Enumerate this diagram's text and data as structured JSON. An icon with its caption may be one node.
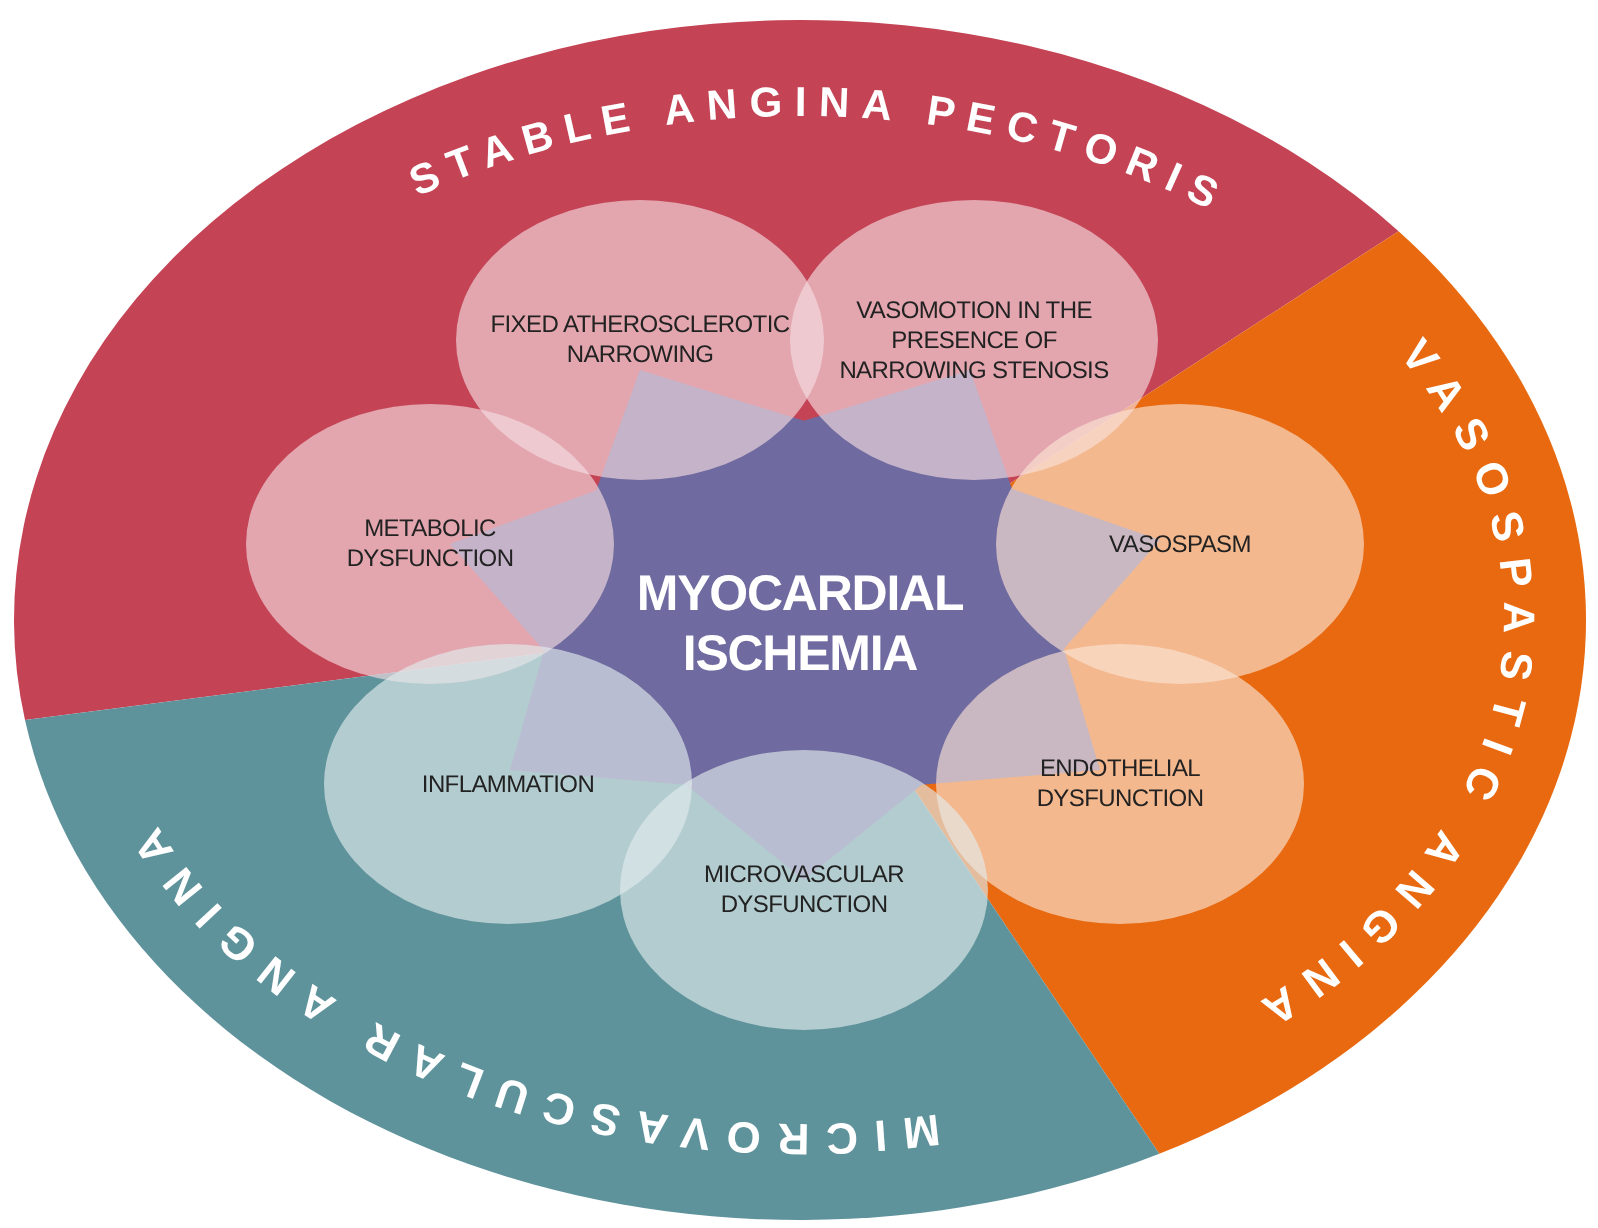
{
  "diagram": {
    "nodes": [
      {
        "text": [
          "STABLE ANGINA PECTORIS"
        ]
      },
      {
        "text": [
          "VASOSPASTIC ANGINA"
        ]
      },
      {
        "text": [
          "MICROVASCULAR ANGINA"
        ]
      },
      {
        "text": [
          "MYOCARDIAL ISCHEMIA"
        ]
      },
      {
        "text": [
          "FIXED ATHEROSCLEROTIC NARROWING"
        ],
        "in": 0
      },
      {
        "text": [
          "VASOMOTION IN THE PRESENCE OF NARROWING STENOSIS"
        ],
        "in": 0
      },
      {
        "text": [
          "METABOLIC DYSFUNCTION"
        ],
        "in": 0
      },
      {
        "text": [
          "VASOSPASM"
        ],
        "in": 1
      },
      {
        "text": [
          "INFLAMMATION"
        ],
        "in": 2
      },
      {
        "text": [
          "ENDOTHELIAL DYSFUNCTION"
        ],
        "in": 1
      },
      {
        "text": [
          "MICROVASCULAR DYSFUNCTION"
        ],
        "in": 2
      }
    ]
  }
}
